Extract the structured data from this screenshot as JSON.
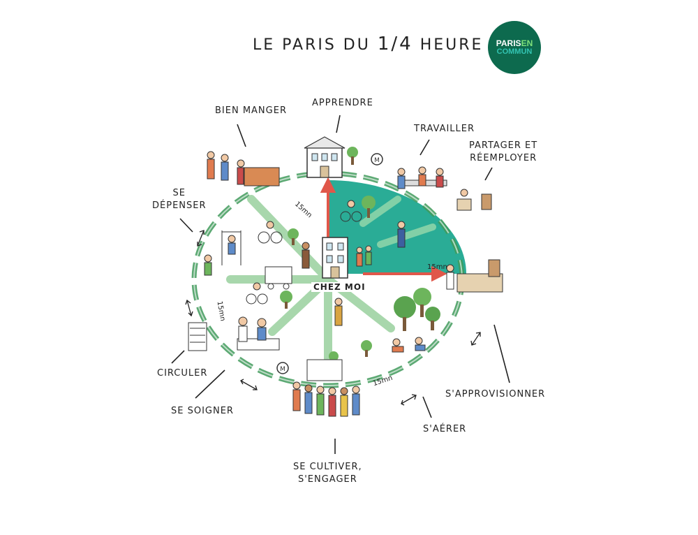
{
  "title": {
    "main": "LE PARIS DU",
    "fraction": "1/4",
    "suffix": "HEURE"
  },
  "logo": {
    "line1": "PARIS",
    "line1_accent": "EN",
    "line2": "COMMUN"
  },
  "center": "CHEZ MOI",
  "labels": {
    "bien_manger": "BIEN MANGER",
    "apprendre": "APPRENDRE",
    "travailler": "TRAVAILLER",
    "partager_1": "PARTAGER ET",
    "partager_2": "RÉEMPLOYER",
    "se_depenser_1": "SE",
    "se_depenser_2": "DÉPENSER",
    "circuler": "CIRCULER",
    "se_soigner": "SE SOIGNER",
    "se_cultiver_1": "SE CULTIVER,",
    "se_cultiver_2": "S'ENGAGER",
    "s_aerer": "S'AÉRER",
    "s_approvisionner": "S'APPROVISIONNER"
  },
  "distances": {
    "d1": "15mn",
    "d2": "15mn",
    "d3": "15mn",
    "d4": "15mn"
  },
  "colors": {
    "teal": "#1fa890",
    "green": "#3f9a5a",
    "light_green": "#9fd3a4",
    "red_arrow": "#e0574a",
    "logo": "#0d6a4e"
  }
}
